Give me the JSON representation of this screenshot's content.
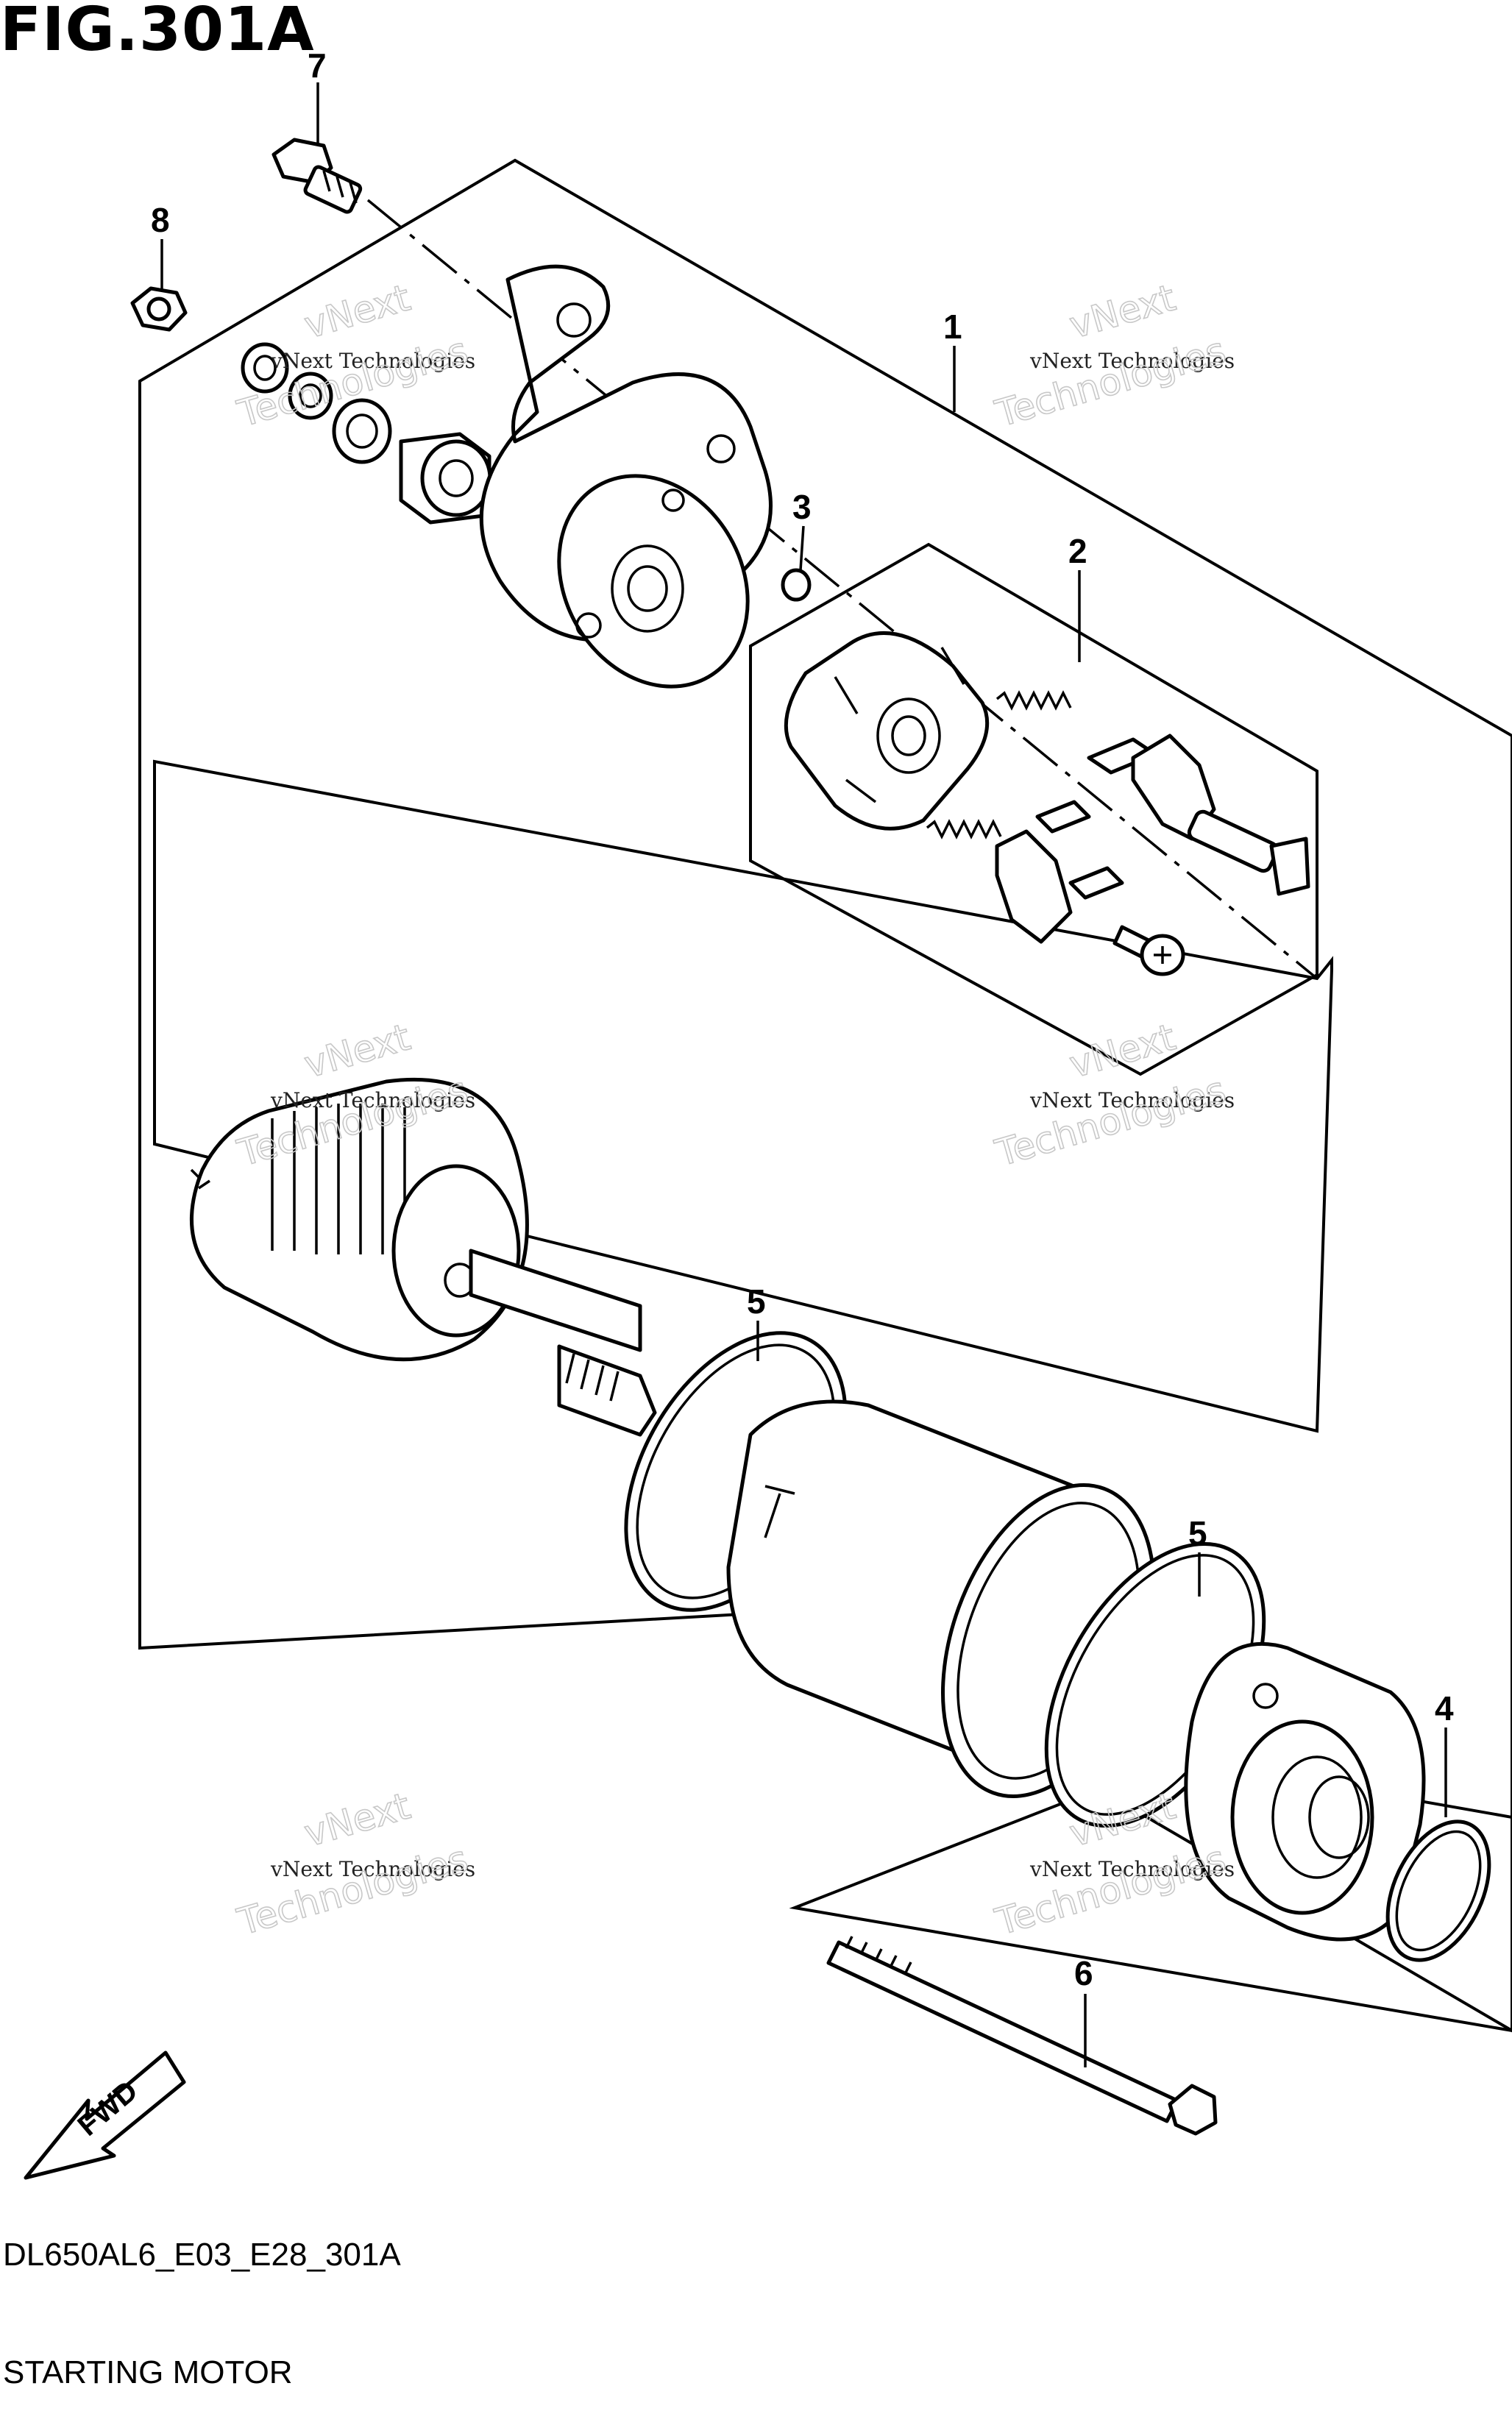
{
  "figure": {
    "title": "FIG.301A",
    "code": "DL650AL6_E03_E28_301A",
    "caption": "STARTING MOTOR"
  },
  "callouts": [
    "1",
    "2",
    "3",
    "4",
    "5",
    "5",
    "6",
    "7",
    "8"
  ],
  "watermark": {
    "line_small": "vNext Technologies",
    "line_big_1": "vNext",
    "line_big_2": "Technologies"
  },
  "fwd_label": "FWD"
}
